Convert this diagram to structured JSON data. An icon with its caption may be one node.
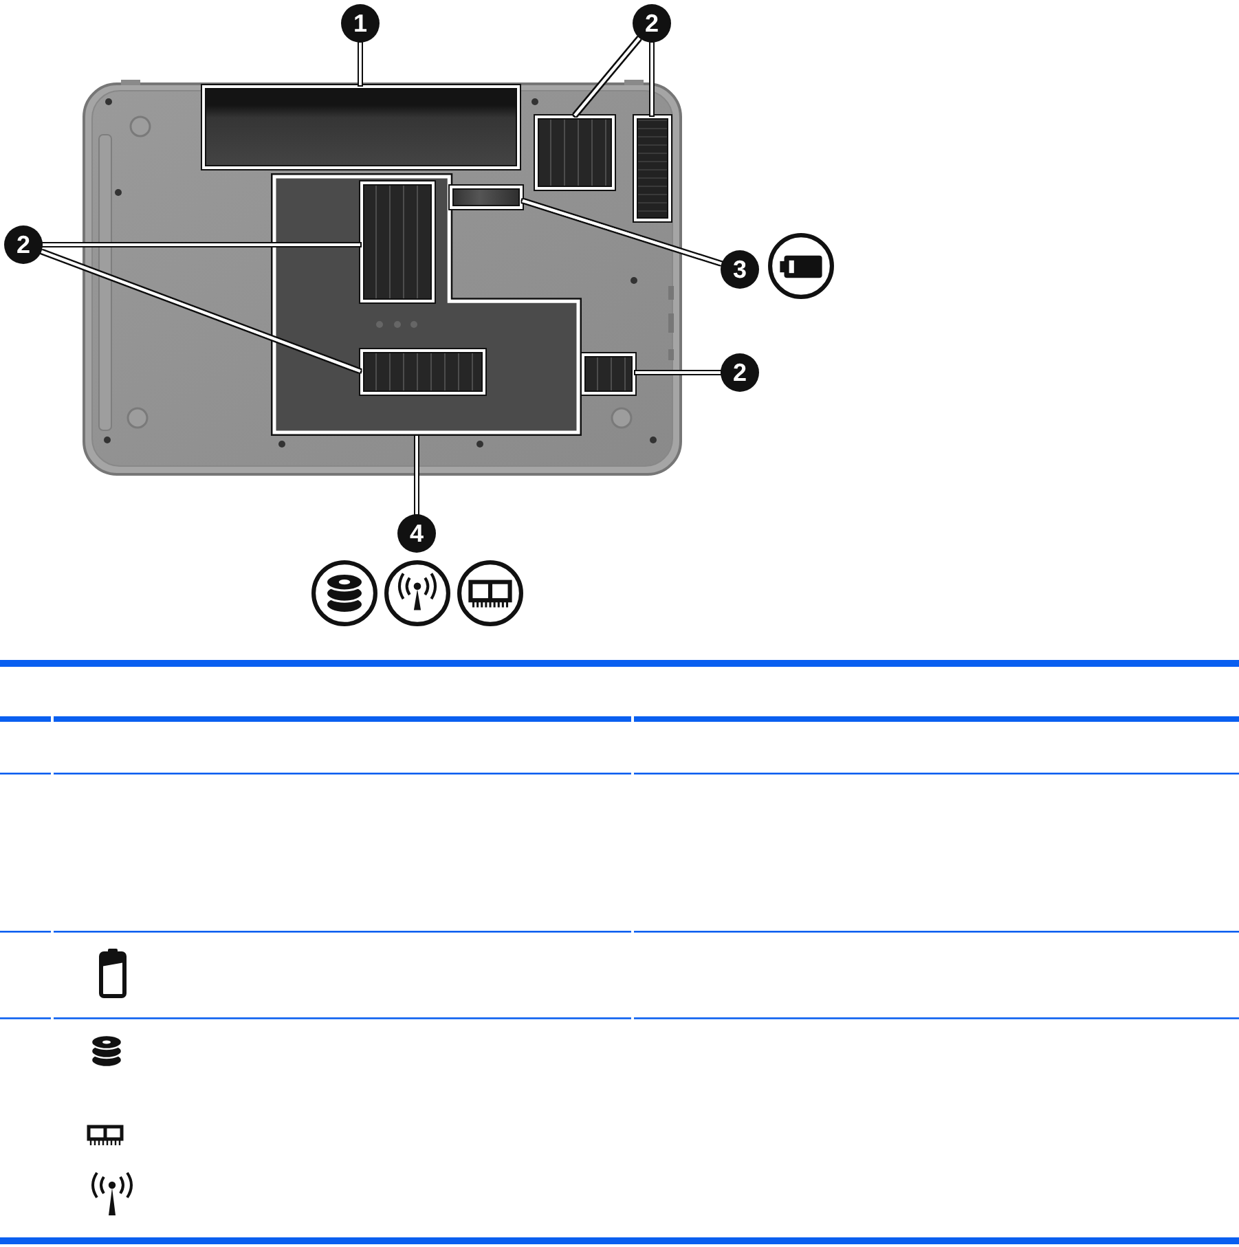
{
  "diagram": {
    "nodes": [
      {
        "text": [
          "1"
        ]
      },
      {
        "text": [
          "2"
        ]
      },
      {
        "text": [],
        "shape": "box"
      },
      {
        "text": [],
        "shape": "box"
      },
      {
        "text": [],
        "shape": "box"
      },
      {
        "text": [
          "2"
        ]
      },
      {
        "text": [],
        "shape": "box"
      },
      {
        "text": [],
        "shape": "box",
        "in": 6
      },
      {
        "text": [],
        "shape": "box"
      },
      {
        "text": [
          "3"
        ]
      },
      {
        "text": [],
        "shape": "box",
        "in": 6
      },
      {
        "text": [],
        "shape": "box"
      },
      {
        "text": [
          "2"
        ]
      },
      {
        "text": [
          "4"
        ]
      }
    ],
    "edges": [
      {
        "from": 0,
        "to": 2,
        "arrow": "none"
      },
      {
        "from": 1,
        "to": 3,
        "arrow": "none"
      },
      {
        "from": 1,
        "to": 4,
        "arrow": "none"
      },
      {
        "from": 5,
        "to": 7,
        "arrow": "none"
      },
      {
        "from": 5,
        "to": 10,
        "arrow": "none"
      },
      {
        "from": 9,
        "to": 8,
        "arrow": "none"
      },
      {
        "from": 12,
        "to": 11,
        "arrow": "none"
      },
      {
        "from": 13,
        "to": 6,
        "arrow": "none"
      }
    ]
  }
}
